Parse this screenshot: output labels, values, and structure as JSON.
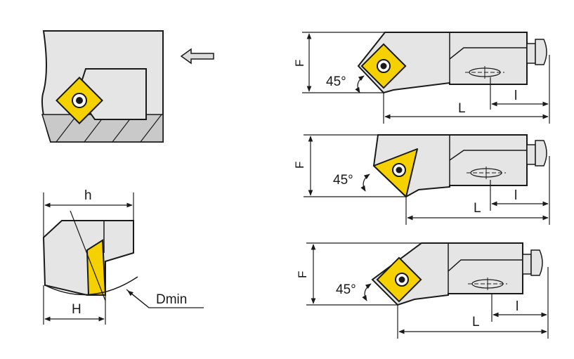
{
  "labels": {
    "h": "h",
    "H": "H",
    "dmin": "Dmin",
    "tool1": {
      "F": "F",
      "angle": "45°",
      "L": "L",
      "l": "l"
    },
    "tool2": {
      "F": "F",
      "angle": "45°",
      "L": "L",
      "l": "l"
    },
    "tool3": {
      "F": "F",
      "angle": "45°",
      "L": "L",
      "l": "l"
    }
  },
  "colors": {
    "insert": "#f5d100",
    "body": "#e5e5e5",
    "body_dark": "#c9c9c9",
    "line": "#1a1a1a",
    "arrow": "#dcdcdc"
  }
}
